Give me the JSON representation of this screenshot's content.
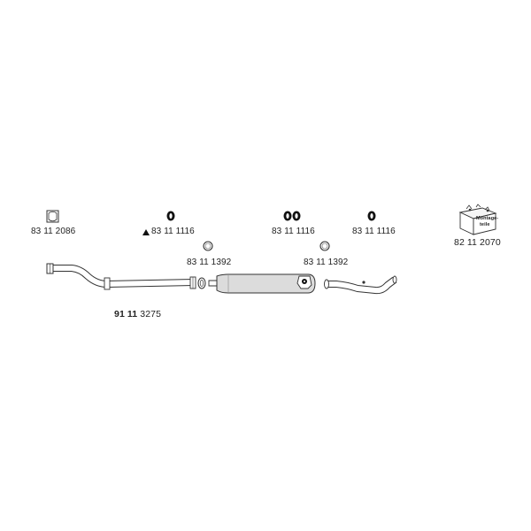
{
  "parts": {
    "gasket_part": "83 11 2086",
    "clamp_left_part": "83 11 1116",
    "clamp_middle_part": "83 11 1116",
    "clamp_right_part": "83 11 1116",
    "ring_left_part": "83 11 1392",
    "ring_right_part": "83 11 1392",
    "kit_part": "82 11 2070",
    "pipe_part_a": "91",
    "pipe_part_b": "11",
    "pipe_part_c": "3275"
  },
  "kit_box_text": {
    "line1": "Montage-",
    "line2": "teile"
  },
  "icons": {
    "gasket": "square-gasket-icon",
    "clamp": "oval-clamp-icon",
    "ring": "ring-gasket-icon",
    "kit": "mounting-kit-box-icon",
    "warning": "triangle-marker-icon"
  }
}
